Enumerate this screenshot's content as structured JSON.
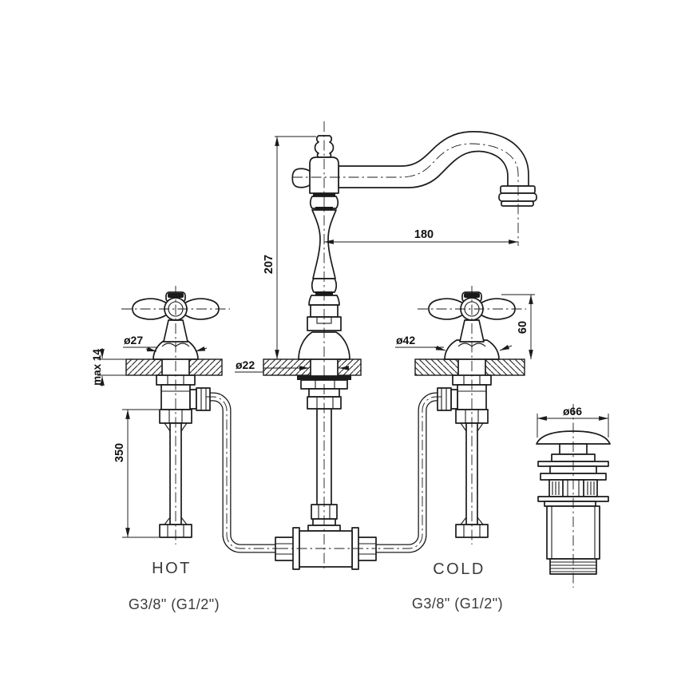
{
  "meta": {
    "background": "#ffffff",
    "line_color": "#1b1b1b",
    "dimension_text_color": "#111111",
    "label_text_color": "#3a3a3a"
  },
  "labels": {
    "hot": "HOT",
    "cold": "COLD",
    "hot_connection": "G3/8\" (G1/2\")",
    "cold_connection": "G3/8\" (G1/2\")"
  },
  "dimensions": {
    "spout_reach": "180",
    "spout_height": "207",
    "handle_height_above_deck": "60",
    "hot_handle_base_diameter": "ø27",
    "cold_handle_base_diameter": "ø42",
    "mounting_hole_diameter": "ø22",
    "max_deck_thickness": "max 14",
    "supply_tube_length": "350",
    "drain_cap_diameter": "ø66"
  }
}
